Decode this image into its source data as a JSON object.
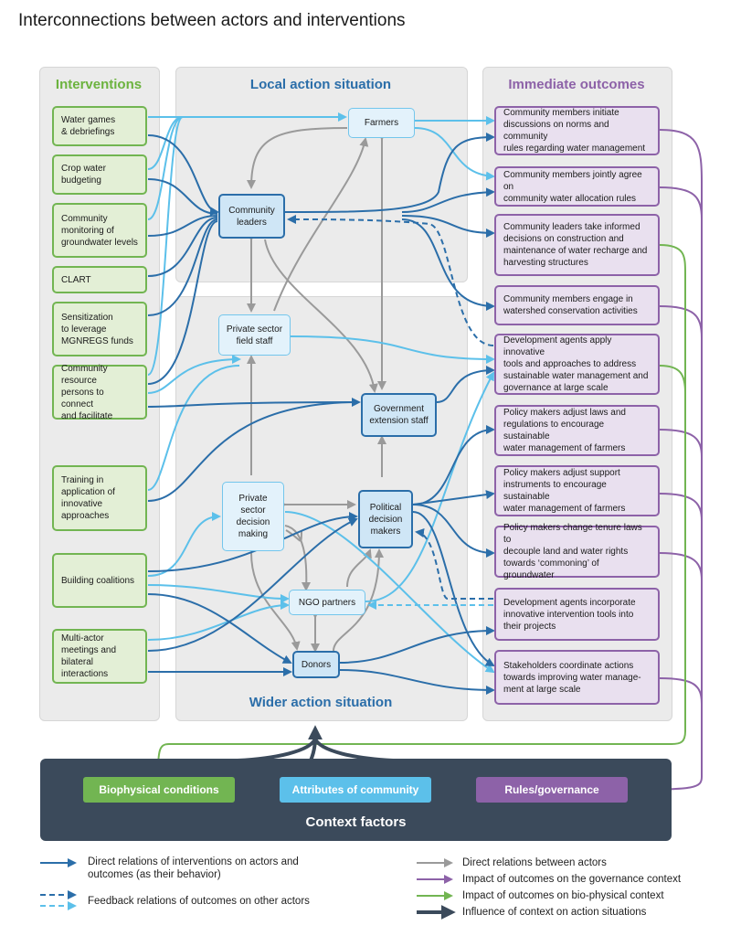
{
  "title": "Interconnections between actors and interventions",
  "columns": {
    "interventions": "Interventions",
    "local": "Local action situation",
    "outcomes": "Immediate outcomes",
    "wider": "Wider action situation"
  },
  "interventions": [
    "Water games\n& debriefings",
    "Crop water\nbudgeting",
    "Community\nmonitoring of\ngroundwater levels",
    "CLART",
    "Sensitization\nto leverage\nMGNREGS funds",
    "Community resource\npersons to connect\nand facilitate",
    "Training in\napplication of\ninnovative\napproaches",
    "Building coalitions",
    "Multi-actor\nmeetings and\nbilateral interactions"
  ],
  "actors": {
    "farmers": "Farmers",
    "community_leaders": "Community\nleaders",
    "private_field": "Private sector\nfield staff",
    "gov_extension": "Government\nextension staff",
    "private_decision": "Private\nsector\ndecision\nmaking",
    "political": "Political\ndecision\nmakers",
    "ngo": "NGO partners",
    "donors": "Donors"
  },
  "outcomes": [
    "Community members initiate\ndiscussions on norms and community\nrules regarding water management",
    "Community members jointly agree on\ncommunity water allocation rules",
    "Community leaders take informed\ndecisions on construction and\nmaintenance of water recharge and\nharvesting structures",
    "Community members engage in\nwatershed conservation activities",
    "Development agents apply innovative\ntools and approaches to address\nsustainable water management and\ngovernance at large scale",
    "Policy makers adjust laws and\nregulations to encourage sustainable\nwater management of farmers",
    "Policy makers adjust support\ninstruments to encourage sustainable\nwater management of farmers",
    "Policy makers change tenure laws to\ndecouple land and water rights\ntowards ‘commoning’ of groundwater",
    "Development agents incorporate\ninnovative intervention tools into\ntheir projects",
    "Stakeholders coordinate actions\ntowards improving water manage-\nment at large scale"
  ],
  "context": {
    "biophysical": "Biophysical conditions",
    "attributes": "Attributes of community",
    "rules": "Rules/governance",
    "label": "Context factors"
  },
  "legend": {
    "direct_interventions": "Direct relations of interventions on actors and\noutcomes (as their behavior)",
    "feedback": "Feedback relations of outcomes on other actors",
    "between_actors": "Direct relations between actors",
    "governance": "Impact of outcomes on the governance context",
    "biophysical": "Impact of outcomes on bio-physical context",
    "context_influence": "Influence of context on action situations"
  },
  "colors": {
    "dark_blue": "#2b6ea9",
    "light_blue": "#5cc0ea",
    "gray": "#9a9a9a",
    "purple": "#8d62a8",
    "green": "#72b552",
    "navy": "#3b4a5b"
  }
}
